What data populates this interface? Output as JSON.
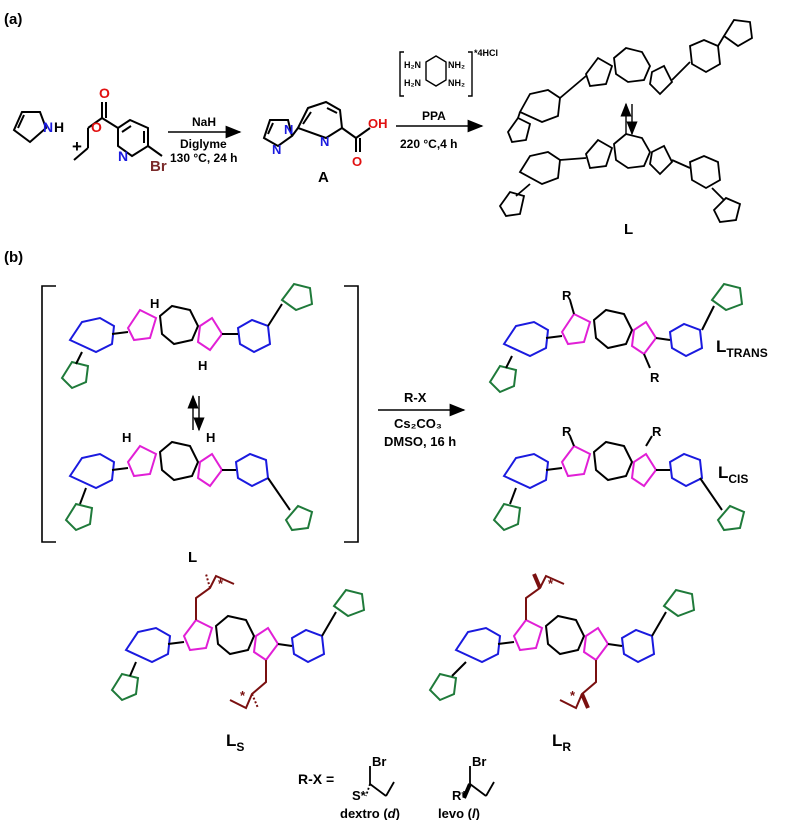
{
  "panel_a": {
    "label": "(a)",
    "reagent_nah": "NaH",
    "reagent_diglyme": "Diglyme",
    "condition_a1": "130 °C, 24 h",
    "label_A": "A",
    "plus": "+",
    "ppa": "PPA",
    "condition_a2": "220 °C,4 h",
    "salt": "*4HCl",
    "nh2": "H₂N",
    "nh2r": "NH₂",
    "label_L": "L",
    "atom_N": "N",
    "atom_H": "H",
    "atom_O": "O",
    "atom_OH": "OH",
    "atom_NH": "N·H",
    "atom_Br": "Br"
  },
  "panel_b": {
    "label": "(b)",
    "reagent_rx": "R-X",
    "reagent_base": "Cs₂CO₃",
    "condition": "DMSO, 16 h",
    "label_L": "L",
    "L_trans_main": "L",
    "L_trans_sub": "TRANS",
    "L_cis_main": "L",
    "L_cis_sub": "CIS",
    "L_s_main": "L",
    "L_s_sub": "S",
    "L_r_main": "L",
    "L_r_sub": "R",
    "R": "R",
    "star": "*",
    "rx_eq": "R-X =",
    "Br": "Br",
    "S_star": "S*",
    "R_star": "R*",
    "dextro_word": "dextro (",
    "dextro_d": "d",
    "levo_word": "levo (",
    "levo_l": "l",
    "close": ")"
  },
  "colors": {
    "pyridine": "#1a1adf",
    "pyrazole": "#1f7a3a",
    "benzimidazole": "#e11fd6",
    "alkyl": "#7a1010",
    "bromine": "#7a2a2a",
    "oxygen": "#e11010",
    "nitrogen": "#1a1adf",
    "black": "#000000"
  }
}
